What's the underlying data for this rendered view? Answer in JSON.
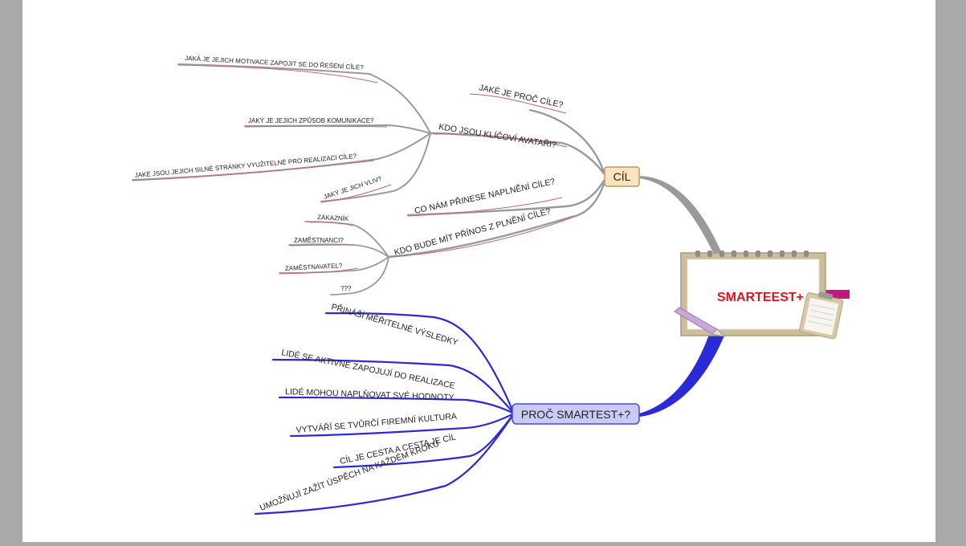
{
  "colors": {
    "page": "#ffffff",
    "side": "#a9a9a9",
    "gray_branch": "#9a9a9a",
    "blue_branch": "#2a2ad8",
    "underline_red": "#c06a6a",
    "cil_fill": "#fbe3bd",
    "cil_border": "#b79a64",
    "proc_fill": "#c9cbf6",
    "proc_border": "#4a4ac8",
    "title_red": "#e0141e",
    "accent_magenta": "#c2187a"
  },
  "central": {
    "title": "SMARTEEST+",
    "icon": "clipboard-notepad-pencil"
  },
  "cil": {
    "label": "CÍL",
    "children": [
      {
        "label": "JAKÉ JE PROČ CÍLE?"
      },
      {
        "label": "KDO JSOU KLÍČOVÍ AVATAŘI?",
        "children": [
          "JAKÁ JE JEJICH MOTIVACE ZAPOJIT SE DO ŘEŠENÍ CÍLE?",
          "JAKÝ JE JEJICH ZPŮSOB KOMUNIKACE?",
          "JAKÉ JSOU JEJICH SILNÉ STRÁNKY VYUŽITELNÉ PRO REALIZACI CÍLE?",
          "JAKÝ JE JICH VLIV?"
        ]
      },
      {
        "label": "CO NÁM PŘINESE NAPLNĚNÍ CÍLE?"
      },
      {
        "label": "KDO BUDE MÍT PŘÍNOS Z PLNĚNÍ CÍLE?",
        "children": [
          "ZÁKAZNÍK",
          "ZAMĚSTNANCI?",
          "ZAMĚSTNAVATEL?",
          "???"
        ]
      }
    ]
  },
  "proc": {
    "label": "PROČ SMARTEST+?",
    "children": [
      "PŘINÁŠÍ MĚŘITELNÉ VÝSLEDKY",
      "LIDÉ SE AKTIVNĚ ZAPOJUJÍ DO REALIZACE",
      "LIDÉ MOHOU NAPLŇOVAT SVÉ HODNOTY",
      "VYTVÁŘÍ SE TVŮRČÍ FIREMNÍ KULTURA",
      "CÍL JE CESTA A CESTA JE CÍL",
      "UMOŽŇUJÍ ZAŽÍT ÚSPĚCH NA KAŽDÉM KROKU"
    ]
  }
}
